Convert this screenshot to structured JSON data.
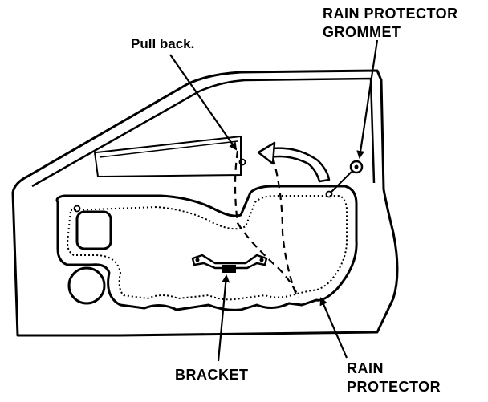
{
  "labels": {
    "pull_back": "Pull back.",
    "rain_protector_grommet_line1": "RAIN PROTECTOR",
    "rain_protector_grommet_line2": "GROMMET",
    "bracket": "BRACKET",
    "rain_protector_line1": "RAIN",
    "rain_protector_line2": "PROTECTOR"
  }
}
